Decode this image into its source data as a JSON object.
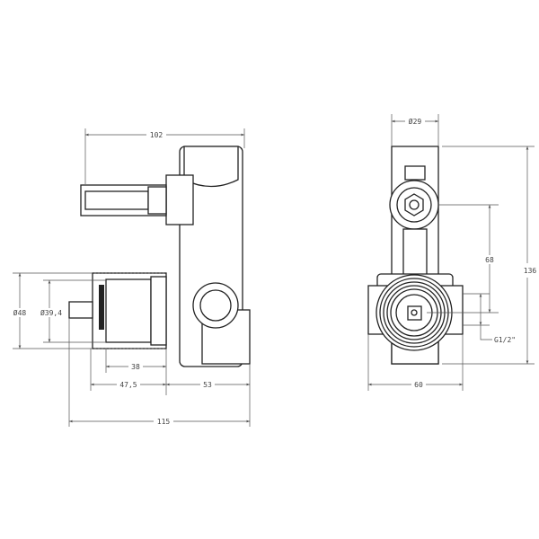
{
  "side_view": {
    "dims": {
      "overall_width": "102",
      "cartridge_outer_dia": "Ø48",
      "cartridge_inner_dia": "Ø39,4",
      "cartridge_depth": "38",
      "cartridge_length": "47,5",
      "body_depth": "53",
      "total_length": "115"
    }
  },
  "front_view": {
    "dims": {
      "top_dia": "Ø29",
      "outlet_spacing": "68",
      "total_height": "136",
      "thread": "G1/2\"",
      "width": "60"
    }
  }
}
